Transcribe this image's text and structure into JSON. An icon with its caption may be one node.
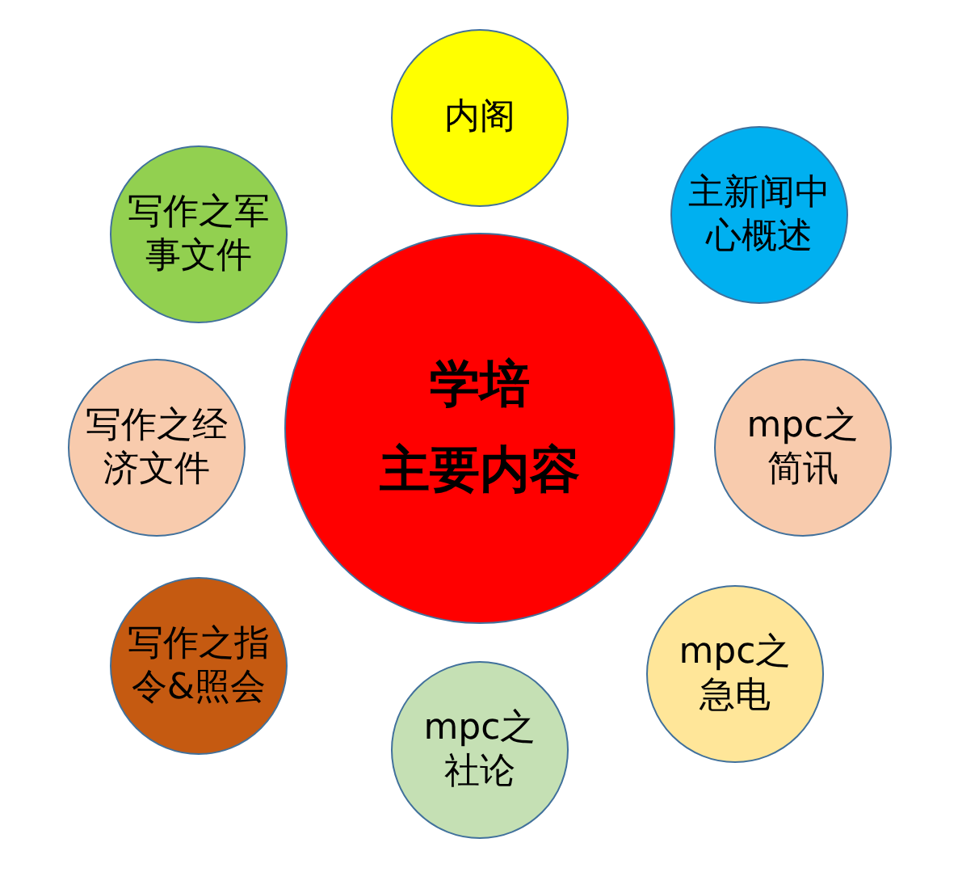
{
  "diagram": {
    "nodes": [
      {
        "text": [
          "学培",
          "主要内容"
        ]
      },
      {
        "text": [
          "内阁"
        ]
      },
      {
        "text": [
          "主新闻中心概述"
        ]
      },
      {
        "text": [
          "mpc之简讯"
        ]
      },
      {
        "text": [
          "mpc之急电"
        ]
      },
      {
        "text": [
          "mpc之社论"
        ]
      },
      {
        "text": [
          "写作之指令&照会"
        ]
      },
      {
        "text": [
          "写作之经济文件"
        ]
      },
      {
        "text": [
          "写作之军事文件"
        ]
      }
    ]
  }
}
